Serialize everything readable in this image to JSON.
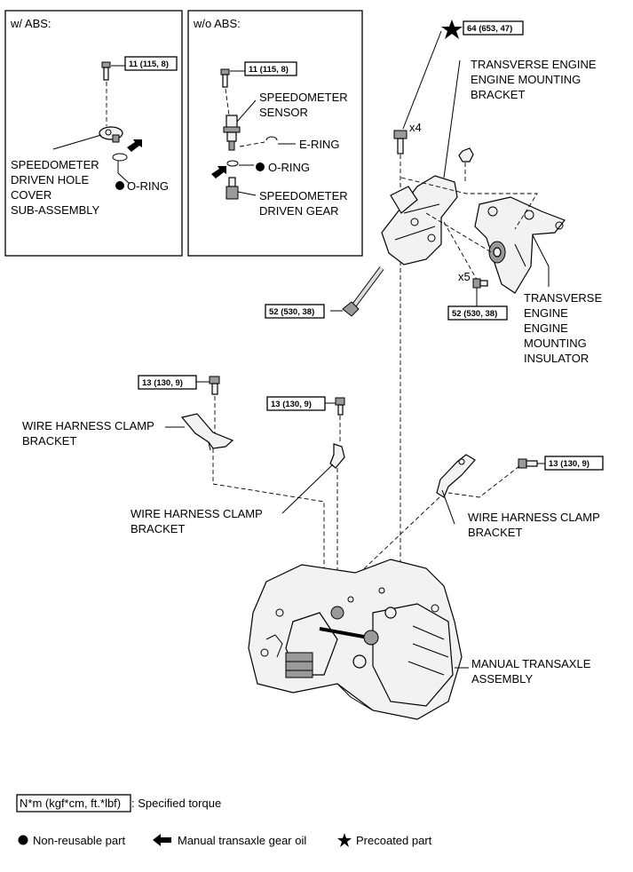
{
  "panels": {
    "with_abs": "w/ ABS:",
    "without_abs": "w/o ABS:"
  },
  "torque": {
    "t11_a": "11 (115, 8)",
    "t11_b": "11 (115, 8)",
    "t64": "64 (653, 47)",
    "t52_a": "52 (530, 38)",
    "t52_b": "52 (530, 38)",
    "t13_a": "13 (130, 9)",
    "t13_b": "13 (130, 9)",
    "t13_c": "13 (130, 9)"
  },
  "qty": {
    "x4": "x4",
    "x5": "x5"
  },
  "labels": {
    "speedo_hole_cover": [
      "SPEEDOMETER",
      "DRIVEN HOLE",
      "COVER",
      "SUB-ASSEMBLY"
    ],
    "oring_a": "O-RING",
    "speedo_sensor": [
      "SPEEDOMETER",
      "SENSOR"
    ],
    "ering": "E-RING",
    "oring_b": "O-RING",
    "speedo_gear": [
      "SPEEDOMETER",
      "DRIVEN GEAR"
    ],
    "mount_bracket": [
      "TRANSVERSE ENGINE",
      "ENGINE MOUNTING",
      "BRACKET"
    ],
    "mount_insulator": [
      "TRANSVERSE",
      "ENGINE",
      "ENGINE",
      "MOUNTING",
      "INSULATOR"
    ],
    "clamp_bracket_1": [
      "WIRE HARNESS CLAMP",
      "BRACKET"
    ],
    "clamp_bracket_2": [
      "WIRE HARNESS CLAMP",
      "BRACKET"
    ],
    "clamp_bracket_3": [
      "WIRE HARNESS CLAMP",
      "BRACKET"
    ],
    "transaxle": [
      "MANUAL TRANSAXLE",
      "ASSEMBLY"
    ]
  },
  "legend": {
    "torque_box": "N*m (kgf*cm, ft.*lbf)",
    "torque_text": ": Specified torque",
    "nonreusable": "Non-reusable part",
    "gear_oil": "Manual transaxle gear oil",
    "precoated": "Precoated part"
  }
}
